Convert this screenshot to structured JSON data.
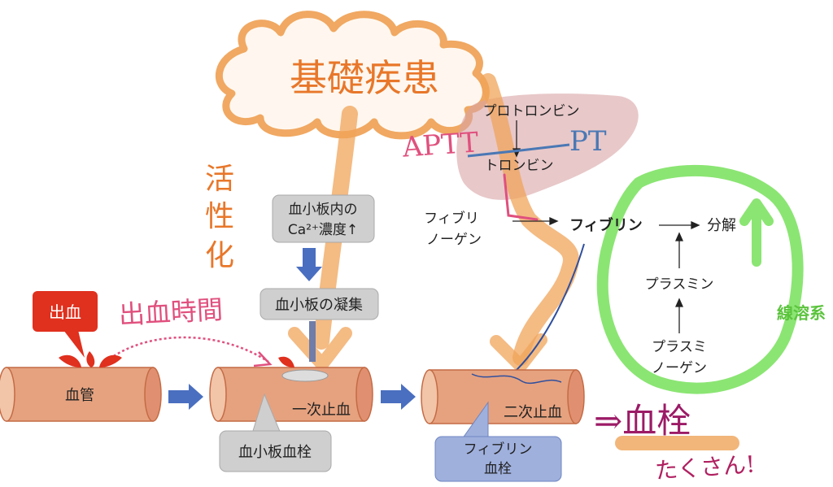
{
  "title": "基礎疾患",
  "activation": "活性化",
  "bleeding_time": "出血時間",
  "colors": {
    "vessel": "#e6a27f",
    "vessel_edge": "#c46b45",
    "orange_marker": "#f0a45a",
    "pink_marker": "#e0507e",
    "blue_marker": "#4a78b5",
    "green_marker": "#77e05a",
    "liver": "#d9a3a5",
    "red_callout": "#e0301e",
    "gray_box": "#cfcfcf",
    "blue_callout": "#7f96cc",
    "arrow_blue": "#4a6fc0"
  },
  "stage": {
    "bleeding_label": "出血",
    "vessel1": "血管",
    "vessel2": "一次止血",
    "vessel3": "二次止血"
  },
  "callouts": {
    "platelet_ca_line1": "血小板内の",
    "platelet_ca_line2": "Ca²⁺濃度↑",
    "platelet_aggregation": "血小板の凝集",
    "platelet_thrombus": "血小板血栓",
    "fibrin_thrombus_line1": "フィブリン",
    "fibrin_thrombus_line2": "血栓"
  },
  "coagulation": {
    "prothrombin": "プロトロンビン",
    "thrombin": "トロンビン",
    "fibrinogen_line1": "フィブリ",
    "fibrinogen_line2": "ノーゲン",
    "fibrin": "フィブリン",
    "decomposition": "分解",
    "plasmin": "プラスミン",
    "plasminogen_line1": "プラスミ",
    "plasminogen_line2": "ノーゲン",
    "aptt": "APTT",
    "pt": "PT"
  },
  "fibrinolysis": "線溶系",
  "conclusion": {
    "thrombus": "⇒血栓",
    "many": "たくさん!"
  }
}
